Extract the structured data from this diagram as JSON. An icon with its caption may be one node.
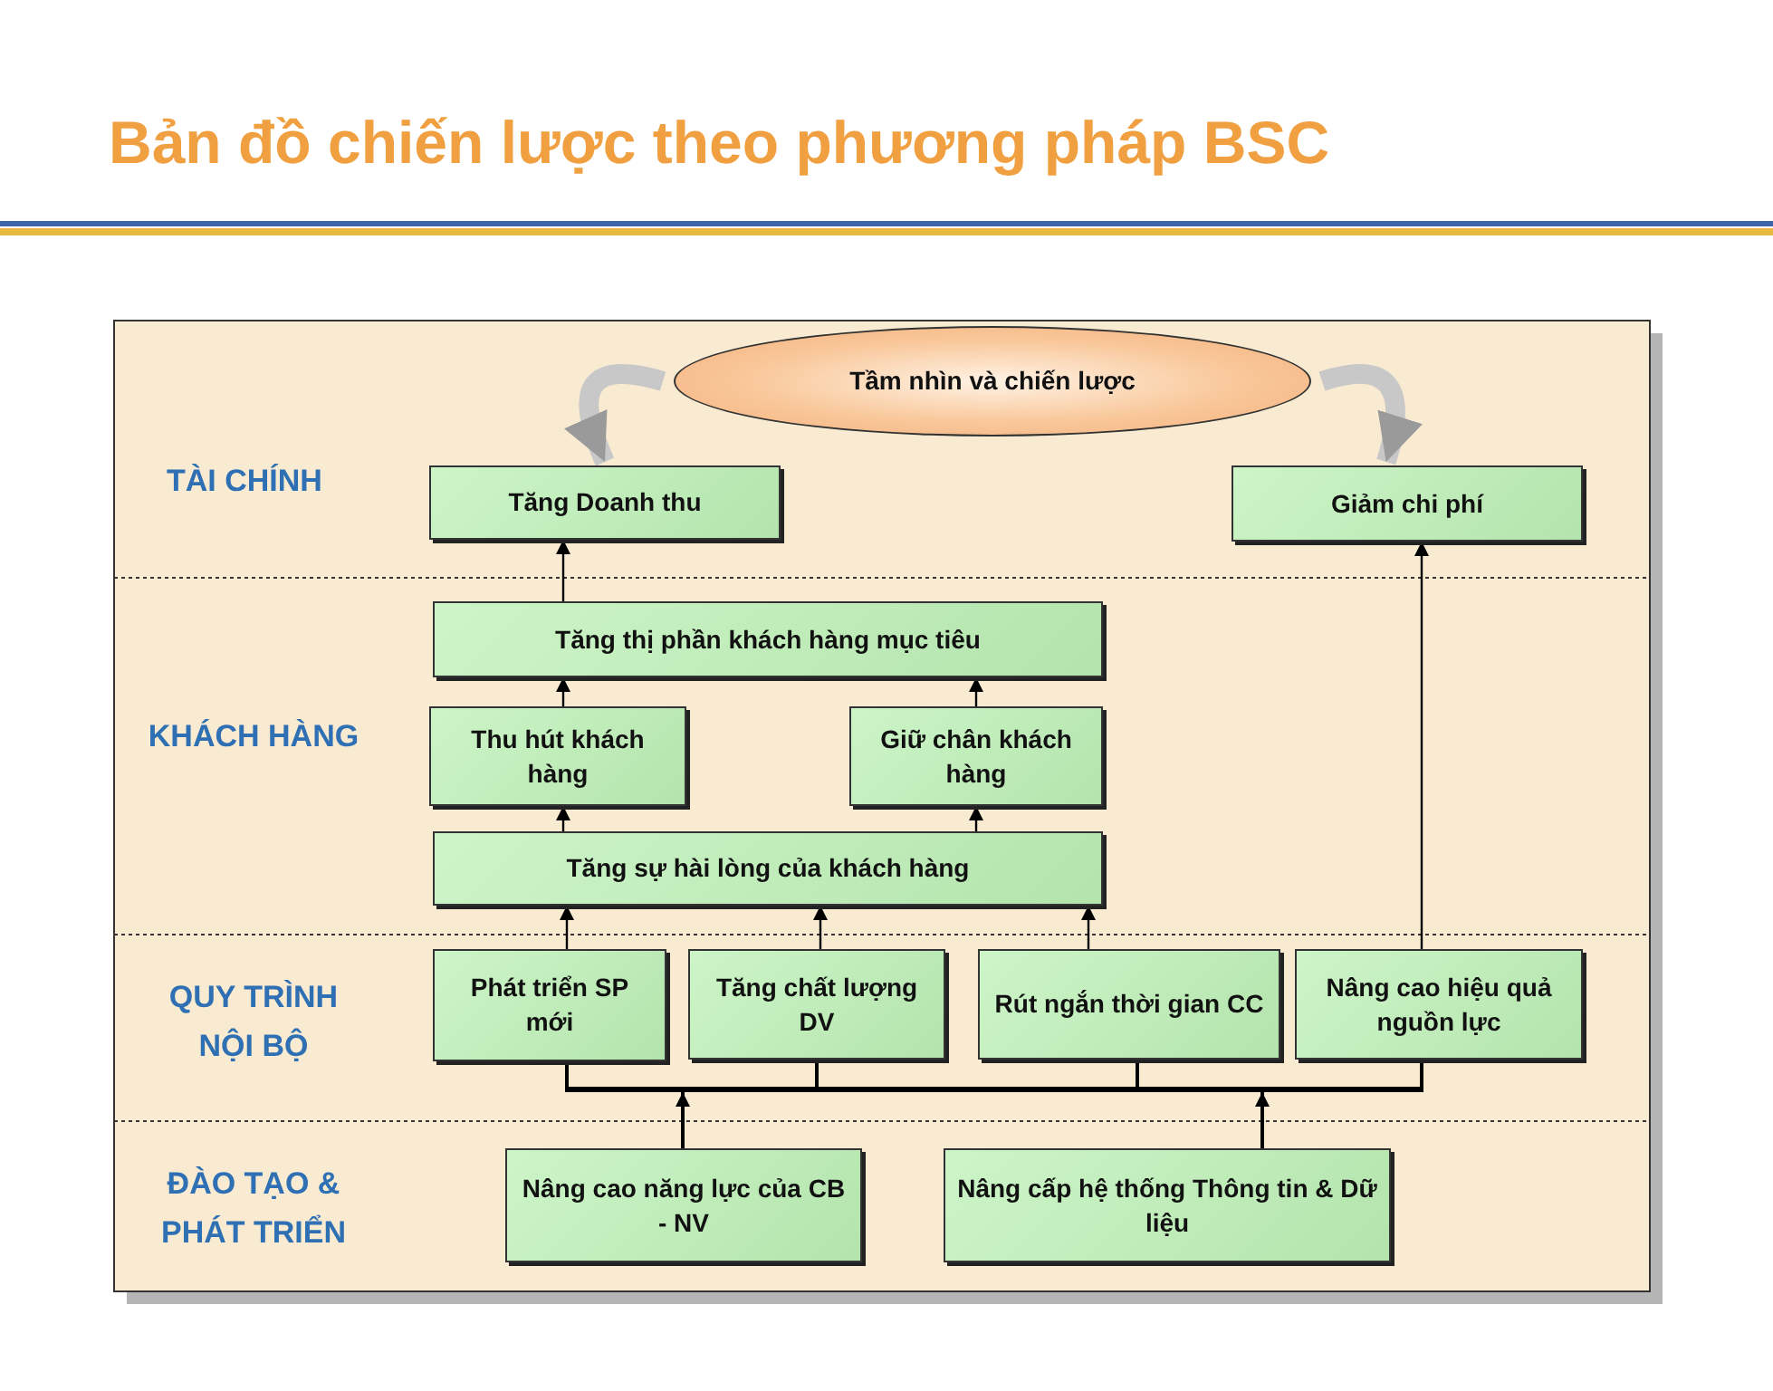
{
  "diagram": {
    "title": "Bản đồ chiến lược theo phương pháp BSC",
    "nodes": [
      {
        "text": [
          "Tầm nhìn và chiến lược"
        ]
      },
      {
        "text": [
          "Tăng Doanh thu"
        ]
      },
      {
        "text": [
          "Giảm chi phí"
        ]
      },
      {
        "text": [
          "Tăng thị phần khách hàng mục tiêu"
        ]
      },
      {
        "text": [
          "Thu hút khách hàng"
        ]
      },
      {
        "text": [
          "Giữ chân khách hàng"
        ]
      },
      {
        "text": [
          "Tăng sự hài lòng của khách hàng"
        ]
      },
      {
        "text": [
          "Phát triển SP mới"
        ]
      },
      {
        "text": [
          "Tăng chất lượng DV"
        ]
      },
      {
        "text": [
          "Rút ngắn thời gian CC"
        ]
      },
      {
        "text": [
          "Nâng cao hiệu quả nguồn lực"
        ]
      },
      {
        "text": [],
        "shape": "bar"
      },
      {
        "text": [
          "Nâng cao năng lực của CB - NV"
        ]
      },
      {
        "text": [
          "Nâng cấp hệ thống Thông tin & Dữ liệu"
        ]
      }
    ],
    "edges": [
      {
        "from": 0,
        "to": 1,
        "arrow": "to",
        "style": "thick",
        "color": "#c8c8c8"
      },
      {
        "from": 0,
        "to": 2,
        "arrow": "to",
        "style": "thick",
        "color": "#c8c8c8"
      },
      {
        "from": 3,
        "to": 1,
        "arrow": "to"
      },
      {
        "from": 4,
        "to": 3,
        "arrow": "to"
      },
      {
        "from": 5,
        "to": 3,
        "arrow": "to"
      },
      {
        "from": 6,
        "to": 4,
        "arrow": "to"
      },
      {
        "from": 6,
        "to": 5,
        "arrow": "to"
      },
      {
        "from": 7,
        "to": 6,
        "arrow": "to"
      },
      {
        "from": 8,
        "to": 6,
        "arrow": "to"
      },
      {
        "from": 9,
        "to": 6,
        "arrow": "to"
      },
      {
        "from": 10,
        "to": 2,
        "arrow": "to"
      },
      {
        "from": 12,
        "to": 11,
        "arrow": "to"
      },
      {
        "from": 13,
        "to": 11,
        "arrow": "to"
      },
      {
        "from": 11,
        "to": 7,
        "arrow": "none"
      },
      {
        "from": 11,
        "to": 8,
        "arrow": "none"
      },
      {
        "from": 11,
        "to": 9,
        "arrow": "none"
      },
      {
        "from": 11,
        "to": 10,
        "arrow": "none"
      }
    ],
    "labels": [
      "TÀI CHÍNH",
      "KHÁCH HÀNG",
      "QUY TRÌNH NỘI BỘ",
      "ĐÀO TẠO & PHÁT TRIỂN"
    ]
  }
}
